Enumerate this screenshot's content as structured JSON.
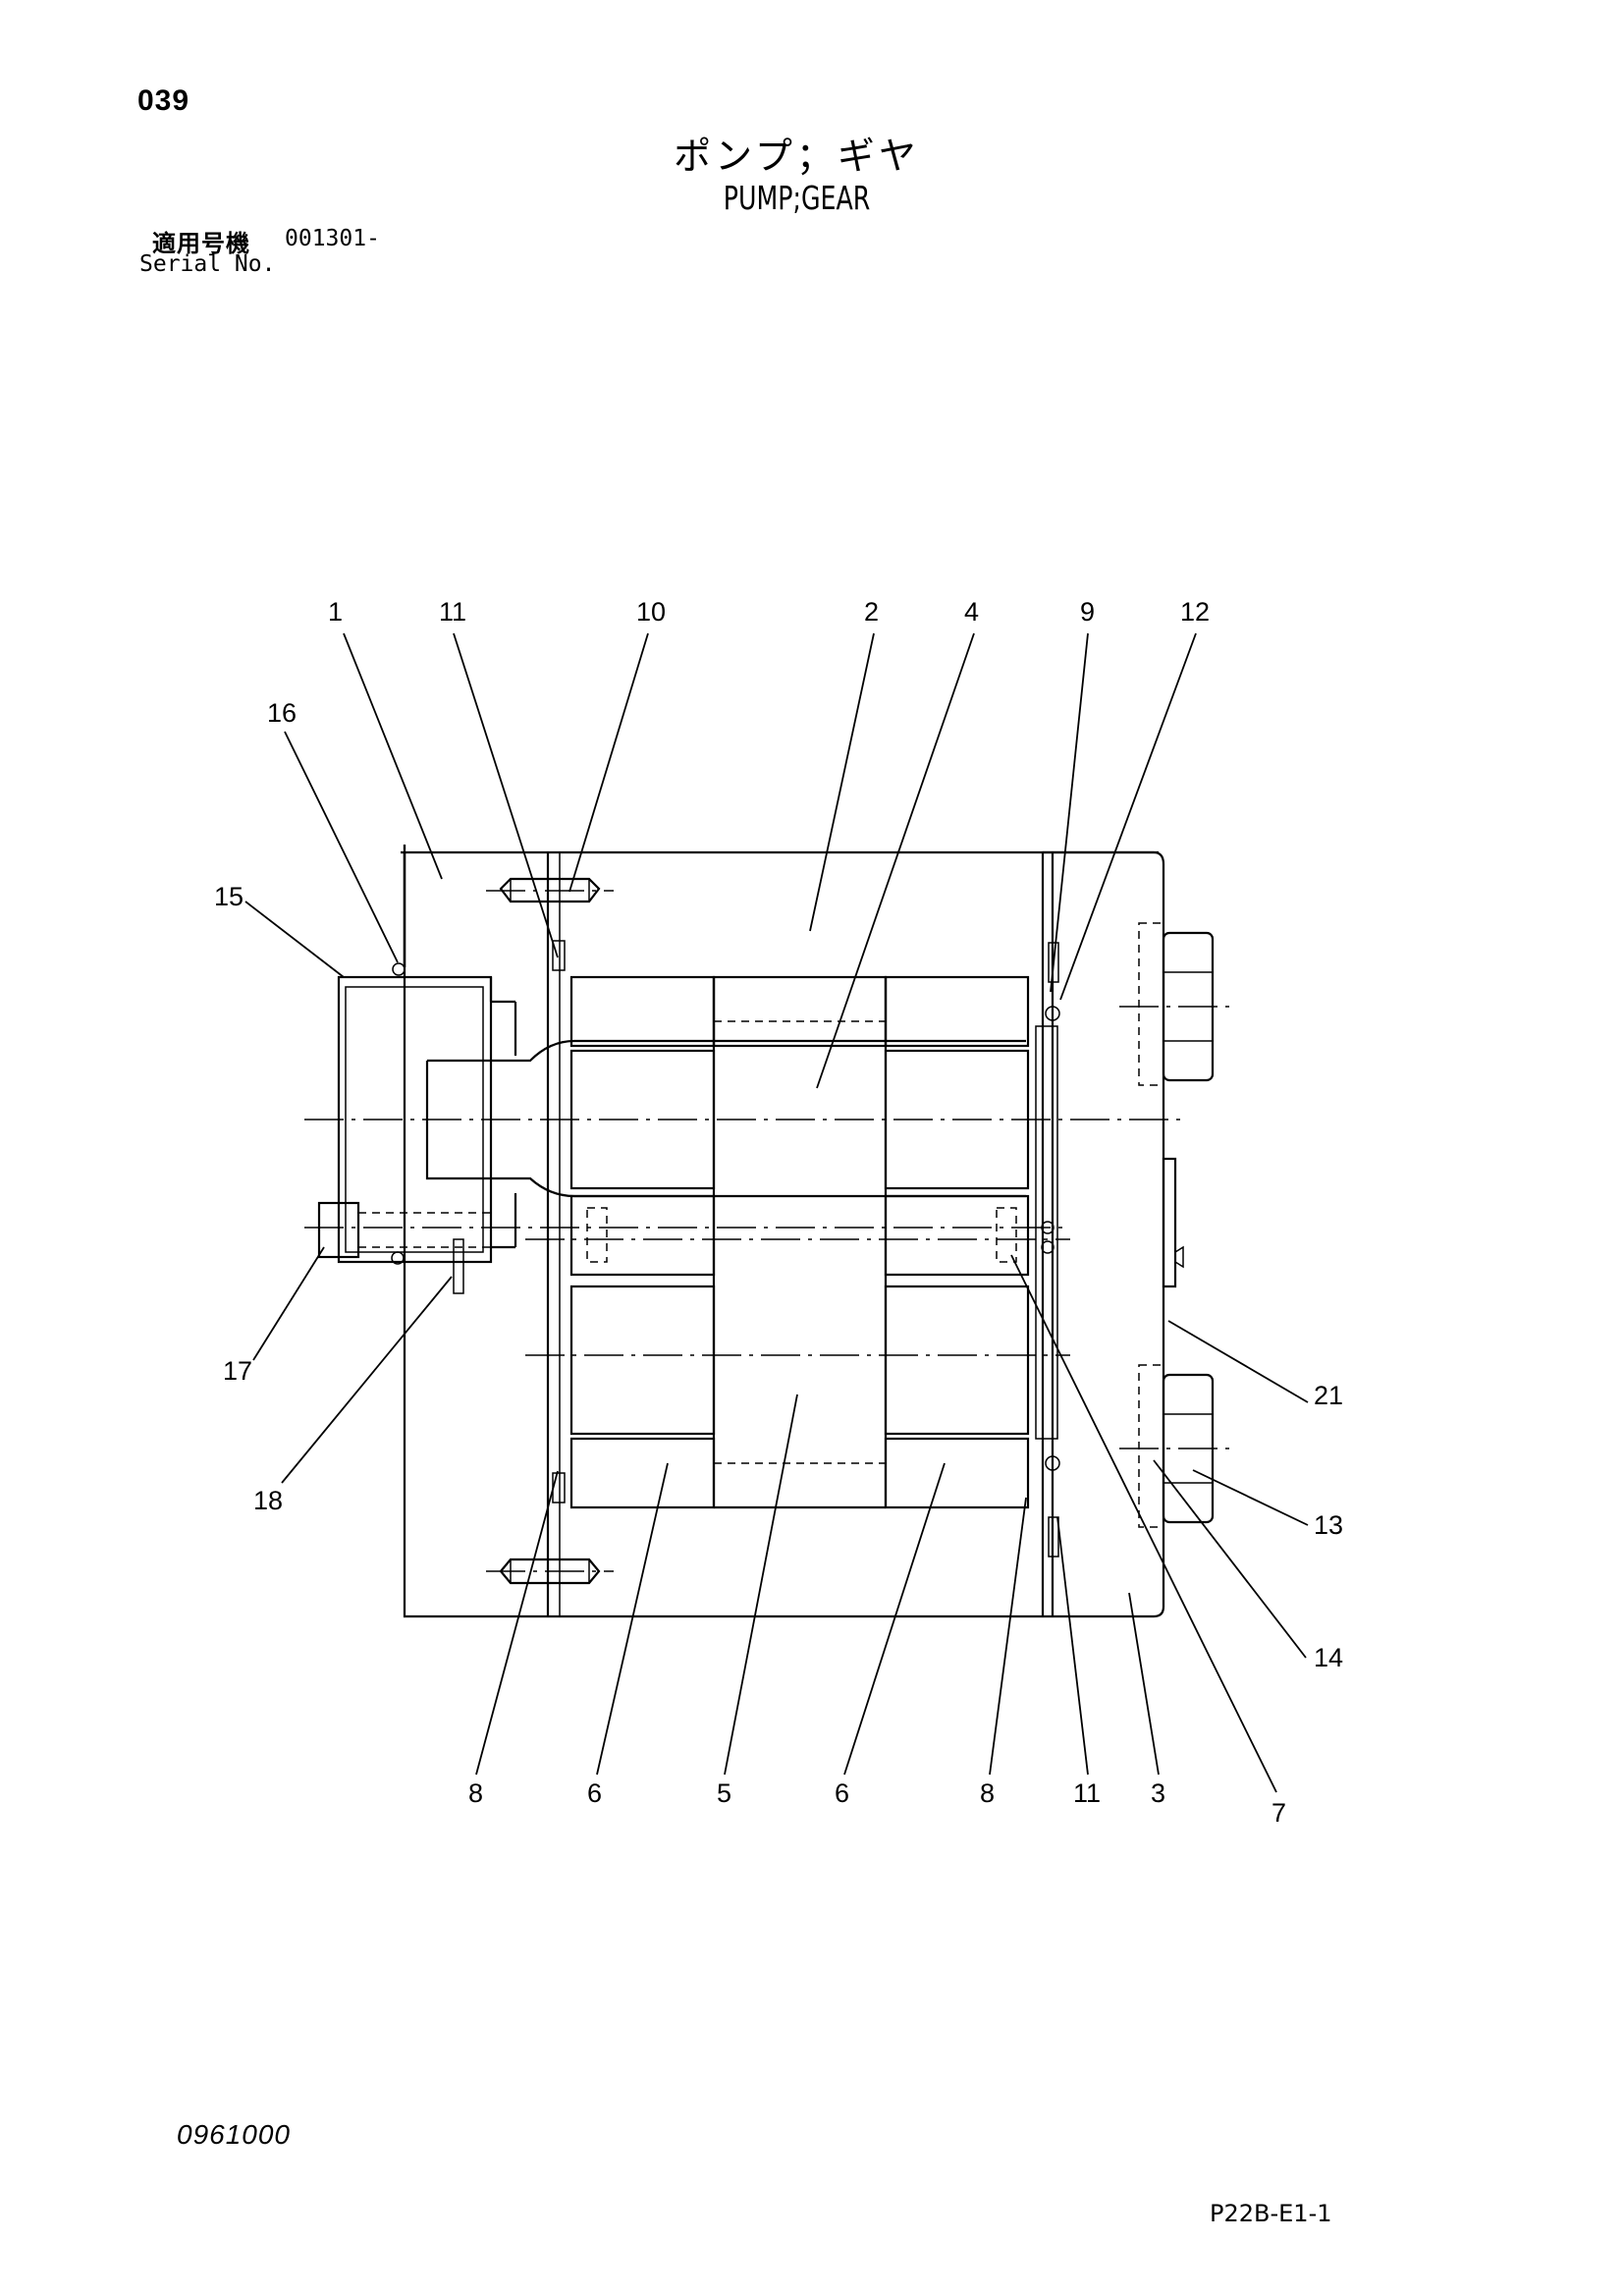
{
  "header": {
    "page_number": "039",
    "title_jp": "ポンプ；ギヤ",
    "title_en": "PUMP;GEAR",
    "serial_label_jp": "適用号機",
    "serial_range": "001301-",
    "serial_label_en": "Serial No."
  },
  "footer": {
    "doc_code": "0961000",
    "figure_code": "P22B-E1-1"
  },
  "diagram": {
    "callouts": [
      "1",
      "11",
      "10",
      "2",
      "4",
      "9",
      "12",
      "16",
      "15",
      "17",
      "18",
      "21",
      "13",
      "14",
      "8",
      "6",
      "5",
      "6",
      "8",
      "11",
      "3",
      "7"
    ]
  }
}
